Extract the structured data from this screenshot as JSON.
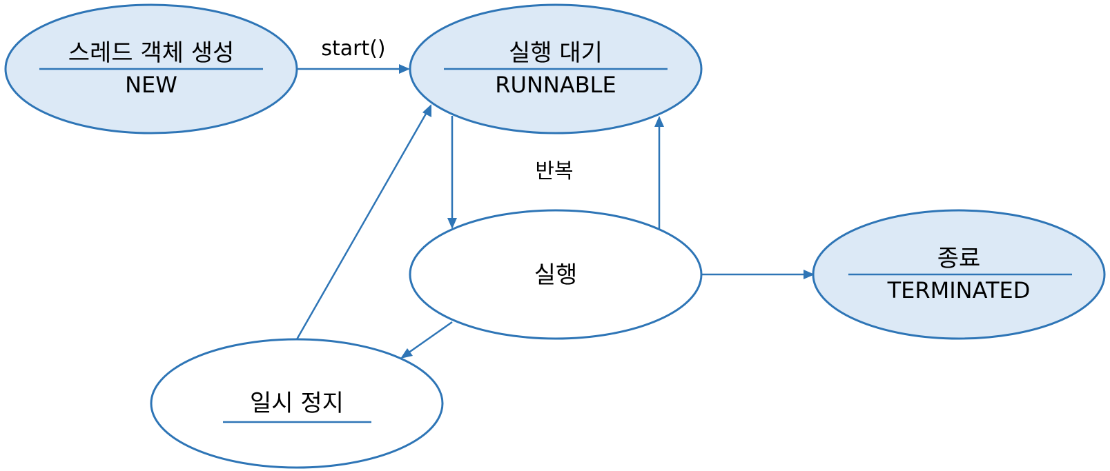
{
  "colors": {
    "stroke": "#2e75b6",
    "state_fill": "#dce9f6",
    "plain_fill": "#ffffff",
    "text": "#000000"
  },
  "states": {
    "new": {
      "title": "스레드 객체 생성",
      "subtitle": "NEW"
    },
    "runnable": {
      "title": "실행 대기",
      "subtitle": "RUNNABLE"
    },
    "running": {
      "title": "실행"
    },
    "paused": {
      "title": "일시 정지"
    },
    "terminated": {
      "title": "종료",
      "subtitle": "TERMINATED"
    }
  },
  "edges": {
    "start": {
      "label": "start()"
    },
    "loop": {
      "label": "반복"
    }
  }
}
